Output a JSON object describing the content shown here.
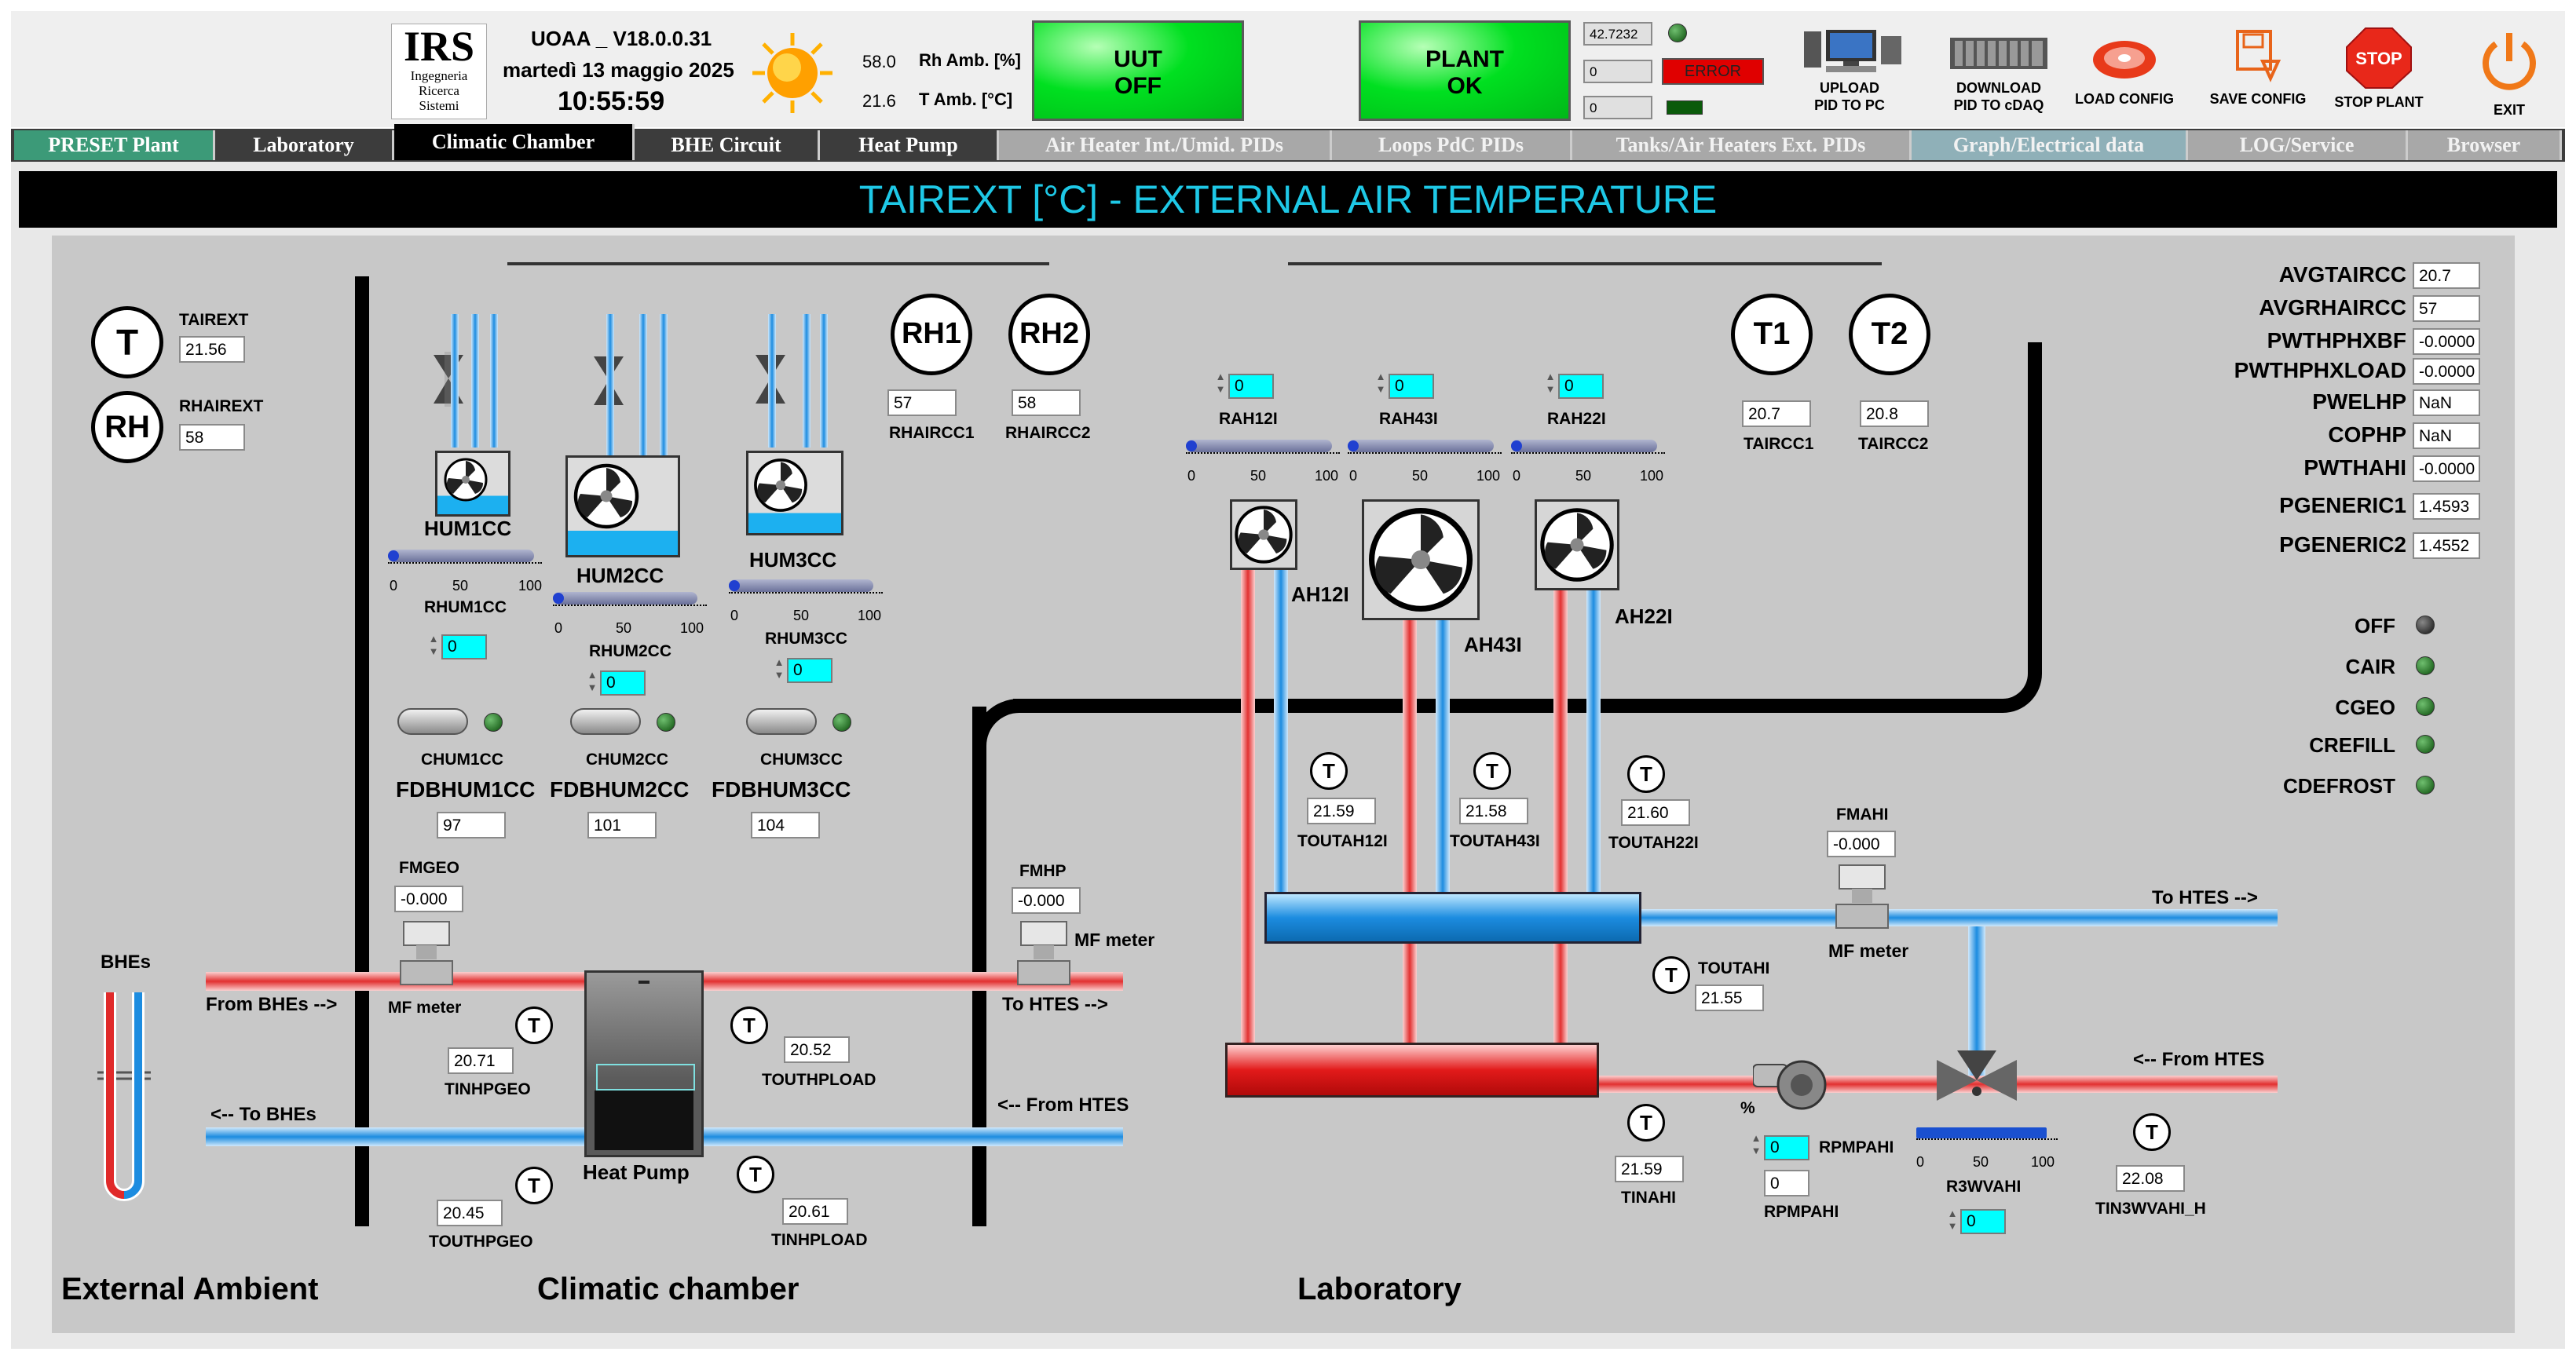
{
  "header": {
    "logo_text": "IRS",
    "logo_sub1": "Ingegneria",
    "logo_sub2": "Ricerca",
    "logo_sub3": "Sistemi",
    "version": "UOAA _ V18.0.0.31",
    "date": "martedì 13 maggio 2025",
    "time": "10:55:59",
    "rh_value": "58.0",
    "rh_label": "Rh Amb. [%]",
    "t_value": "21.6",
    "t_label": "T Amb. [°C]",
    "uut_line1": "UUT",
    "uut_line2": "OFF",
    "plant_line1": "PLANT",
    "plant_line2": "OK",
    "field1": "42.7232",
    "field2": "0",
    "field3": "0",
    "error_label": "ERROR",
    "buttons": {
      "upload": "UPLOAD\nPID TO PC",
      "download": "DOWNLOAD\nPID TO cDAQ",
      "load": "LOAD CONFIG",
      "save": "SAVE CONFIG",
      "stop": "STOP PLANT",
      "stop_icon_text": "STOP",
      "exit": "EXIT"
    }
  },
  "tabs": [
    {
      "label": "PRESET Plant"
    },
    {
      "label": "Laboratory"
    },
    {
      "label": "Climatic Chamber"
    },
    {
      "label": "BHE Circuit"
    },
    {
      "label": "Heat Pump"
    },
    {
      "label": "Air Heater Int./Umid. PIDs"
    },
    {
      "label": "Loops PdC PIDs"
    },
    {
      "label": "Tanks/Air Heaters Ext. PIDs"
    },
    {
      "label": "Graph/Electrical data"
    },
    {
      "label": "LOG/Service"
    },
    {
      "label": "Browser"
    }
  ],
  "panel_title": "TAIREXT [°C]  - EXTERNAL AIR TEMPERATURE",
  "external": {
    "t_symbol": "T",
    "rh_symbol": "RH",
    "tairext_label": "TAIREXT",
    "tairext_value": "21.56",
    "rhairext_label": "RHAIREXT",
    "rhairext_value": "58",
    "bhes_label": "BHEs",
    "from_bhes": "From BHEs -->",
    "to_bhes": "<-- To BHEs",
    "section_label": "External Ambient"
  },
  "climatic": {
    "hum": [
      {
        "name": "HUM1CC",
        "rhum": "RHUM1CC",
        "rhum_value": "0",
        "chum": "CHUM1CC",
        "fdb": "FDBHUM1CC",
        "fdb_value": "97"
      },
      {
        "name": "HUM2CC",
        "rhum": "RHUM2CC",
        "rhum_value": "0",
        "chum": "CHUM2CC",
        "fdb": "FDBHUM2CC",
        "fdb_value": "101"
      },
      {
        "name": "HUM3CC",
        "rhum": "RHUM3CC",
        "rhum_value": "0",
        "chum": "CHUM3CC",
        "fdb": "FDBHUM3CC",
        "fdb_value": "104"
      }
    ],
    "scale_0": "0",
    "scale_50": "50",
    "scale_100": "100",
    "rh1_symbol": "RH1",
    "rh2_symbol": "RH2",
    "rhaircc1_label": "RHAIRCC1",
    "rhaircc1_value": "57",
    "rhaircc2_label": "RHAIRCC2",
    "rhaircc2_value": "58",
    "fmgeo_label": "FMGEO",
    "fmgeo_value": "-0.000",
    "mf_meter": "MF meter",
    "fmhp_label": "FMHP",
    "fmhp_value": "-0.000",
    "tinhpgeo_label": "TINHPGEO",
    "tinhpgeo_value": "20.71",
    "touthpgeo_label": "TOUTHPGEO",
    "touthpgeo_value": "20.45",
    "touthpload_label": "TOUTHPLOAD",
    "touthpload_value": "20.52",
    "tinhpload_label": "TINHPLOAD",
    "tinhpload_value": "20.61",
    "heat_pump_label": "Heat Pump",
    "to_htes": "To HTES -->",
    "from_htes": "<-- From HTES",
    "section_label": "Climatic chamber"
  },
  "laboratory": {
    "t1_symbol": "T1",
    "t2_symbol": "T2",
    "taircc1_label": "TAIRCC1",
    "taircc1_value": "20.7",
    "taircc2_label": "TAIRCC2",
    "taircc2_value": "20.8",
    "rah": [
      {
        "name": "RAH12I",
        "value": "0"
      },
      {
        "name": "RAH43I",
        "value": "0"
      },
      {
        "name": "RAH22I",
        "value": "0"
      }
    ],
    "ah12_label": "AH12I",
    "ah43_label": "AH43I",
    "ah22_label": "AH22I",
    "toutah12_label": "TOUTAH12I",
    "toutah12_value": "21.59",
    "toutah43_label": "TOUTAH43I",
    "toutah43_value": "21.58",
    "toutah22_label": "TOUTAH22I",
    "toutah22_value": "21.60",
    "fmahi_label": "FMAHI",
    "fmahi_value": "-0.000",
    "mf_meter": "MF meter",
    "toutahi_label": "TOUTAHI",
    "toutahi_value": "21.55",
    "to_htes": "To HTES -->",
    "from_htes": "<-- From HTES",
    "tinahi_label": "TINAHI",
    "tinahi_value": "21.59",
    "percent": "%",
    "rpmpahi_label": "RPMPAHI",
    "rpmpahi_set": "0",
    "rpmpahi_value": "0",
    "r3wvahi_label": "R3WVAHI",
    "r3wvahi_value": "0",
    "tin3wvahi_label": "TIN3WVAHI_H",
    "tin3wvahi_value": "22.08",
    "section_label": "Laboratory"
  },
  "right_panel": {
    "values": [
      {
        "label": "AVGTAIRCC",
        "value": "20.7"
      },
      {
        "label": "AVGRHAIRCC",
        "value": "57"
      },
      {
        "label": "PWTHPHXBF",
        "value": "-0.0000"
      },
      {
        "label": "PWTHPHXLOAD",
        "value": "-0.0000"
      },
      {
        "label": "PWELHP",
        "value": "NaN"
      },
      {
        "label": "COPHP",
        "value": "NaN"
      },
      {
        "label": "PWTHAHI",
        "value": "-0.0000"
      },
      {
        "label": "PGENERIC1",
        "value": "1.4593"
      },
      {
        "label": "PGENERIC2",
        "value": "1.4552"
      }
    ],
    "modes": [
      {
        "label": "OFF",
        "color": "#333333"
      },
      {
        "label": "CAIR",
        "color": "#1a6b1a"
      },
      {
        "label": "CGEO",
        "color": "#1a6b1a"
      },
      {
        "label": "CREFILL",
        "color": "#1a6b1a"
      },
      {
        "label": "CDEFROST",
        "color": "#1a6b1a"
      }
    ]
  },
  "colors": {
    "accent_green": "#00ff2a",
    "title_cyan": "#1ec8e6",
    "panel_gray": "#c8c8c8"
  }
}
